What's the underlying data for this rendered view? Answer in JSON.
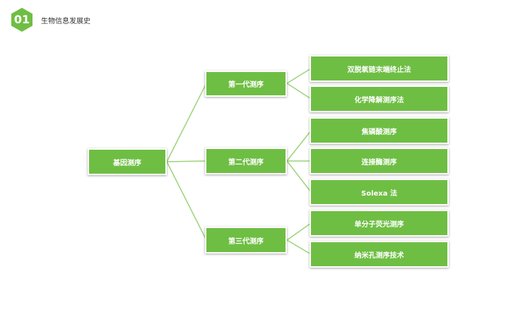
{
  "header": {
    "number": "01",
    "title": "生物信息发展史"
  },
  "colors": {
    "accent": "#6fbe44",
    "connector": "#9cd47a"
  },
  "diagram": {
    "root": "基因测序",
    "generations": [
      {
        "label": "第一代测序",
        "children": [
          "双脱氧链末端终止法",
          "化学降解测序法"
        ]
      },
      {
        "label": "第二代测序",
        "children": [
          "焦磷酸测序",
          "连接酶测序",
          "Solexa 法"
        ]
      },
      {
        "label": "第三代测序",
        "children": [
          "单分子荧光测序",
          "纳米孔测序技术"
        ]
      }
    ]
  }
}
